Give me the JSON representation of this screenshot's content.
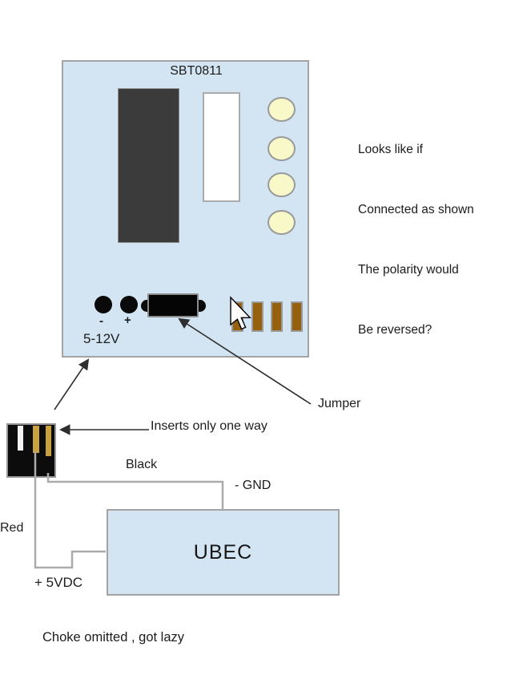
{
  "board": {
    "title": "SBT0811",
    "voltage_label": "5-12V",
    "minus_label": "-",
    "plus_label": "+",
    "led_count": 4,
    "pad_count": 4
  },
  "annotations": {
    "note_lines": [
      "Looks like if",
      "Connected as shown",
      "The polarity would",
      "Be reversed?"
    ],
    "jumper_label": "Jumper",
    "inserts_label": "Inserts only one way",
    "black_wire_label": "Black",
    "gnd_label": "- GND",
    "red_wire_label": "Red",
    "five_vdc_label": "+ 5VDC",
    "choke_note": "Choke omitted , got lazy"
  },
  "ubec": {
    "label": "UBEC"
  },
  "colors": {
    "panel_fill": "#d3e5f2",
    "panel_border": "#a3a3a3",
    "chip_fill": "#3b3b3b",
    "led_fill": "#f8f8c9",
    "pad_fill": "#96610f",
    "pin_gold": "#c9a23f",
    "connector_fill": "#0c0c0c",
    "wire_color": "#ababab",
    "line_color": "#2e2e2e",
    "text_color": "#1c1c1c"
  }
}
